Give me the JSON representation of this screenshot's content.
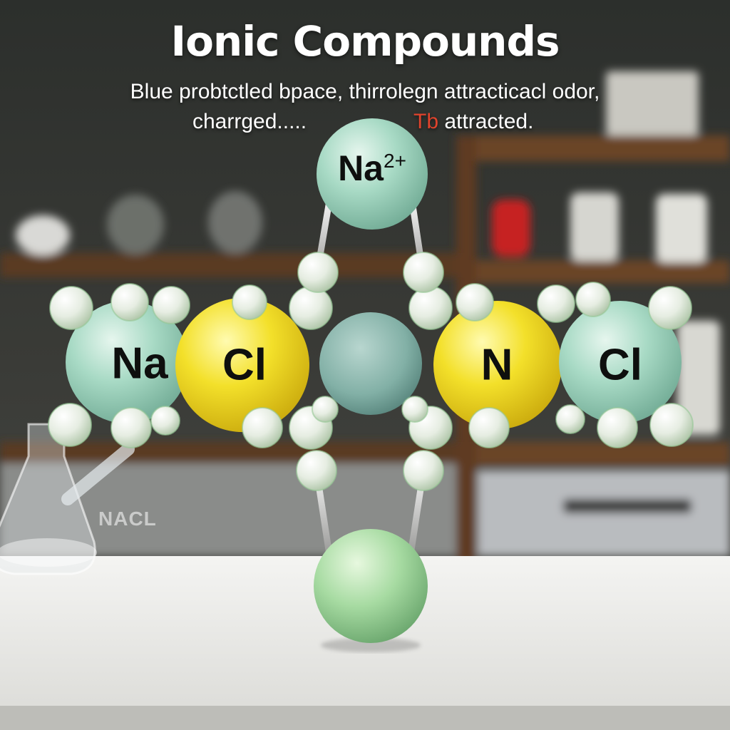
{
  "title": "Ionic Compounds",
  "caption": {
    "line1": "Blue probtctled bpace, thirrolegn attracticacl odor,",
    "line2_left": "charrged.....",
    "line2_accent": "Tb",
    "line2_right": " attracted."
  },
  "atoms": {
    "top_symbol": "Na",
    "top_charge": "2+",
    "row": [
      "Na",
      "Cl",
      "",
      "N",
      "Cl"
    ]
  },
  "flask_label": "NACL",
  "colors": {
    "mint_sphere": "#9fd3bd",
    "yellow_sphere": "#f3e02a",
    "accent_text": "#e0432c",
    "pearl": "#eef3ec"
  }
}
